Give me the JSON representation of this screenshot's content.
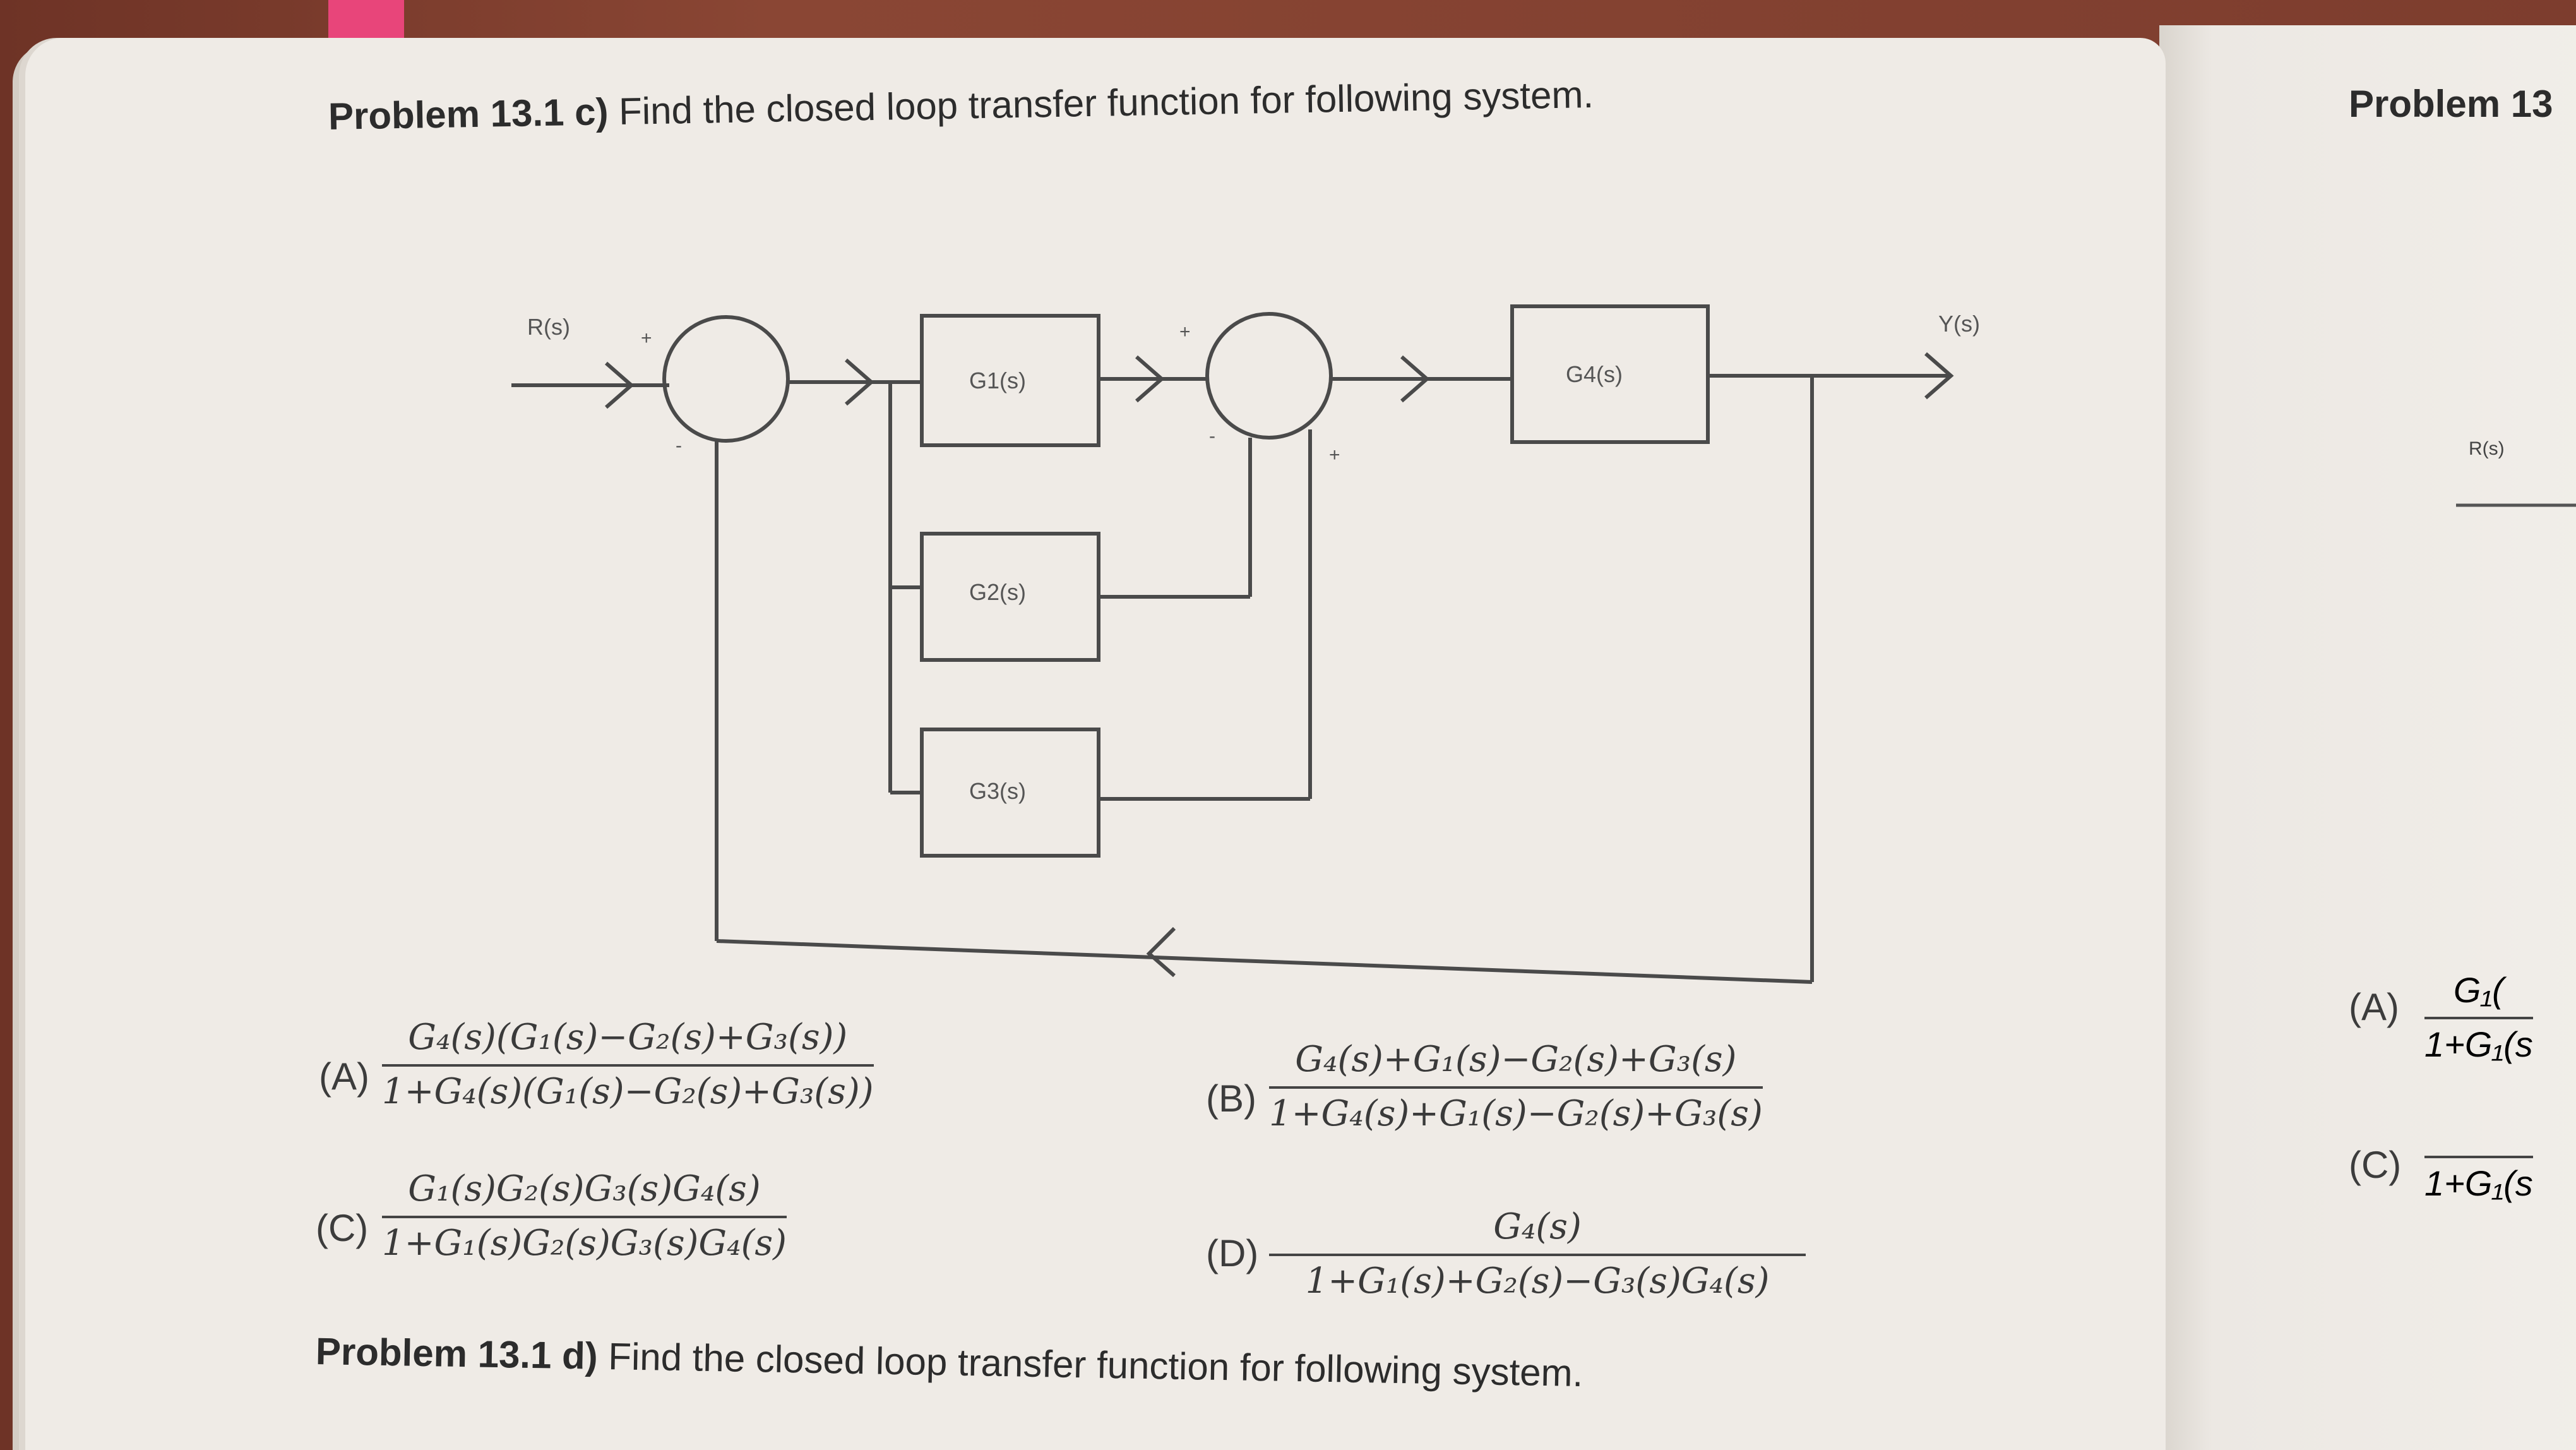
{
  "problem_c": {
    "label": "Problem 13.1 c)",
    "text": "Find the closed loop transfer function for following system."
  },
  "diagram": {
    "input_label": "R(s)",
    "output_label": "Y(s)",
    "blocks": [
      "G1(s)",
      "G2(s)",
      "G3(s)",
      "G4(s)"
    ],
    "signs": {
      "sum1_top": "+",
      "sum1_bottom": "-",
      "sum2_top": "+",
      "sum2_left": "-",
      "sum2_bottom": "+"
    }
  },
  "choices": [
    {
      "label": "(A)",
      "num": "G₄(s)(G₁(s)−G₂(s)+G₃(s))",
      "den": "1+G₄(s)(G₁(s)−G₂(s)+G₃(s))"
    },
    {
      "label": "(B)",
      "num": "G₄(s)+G₁(s)−G₂(s)+G₃(s)",
      "den": "1+G₄(s)+G₁(s)−G₂(s)+G₃(s)"
    },
    {
      "label": "(C)",
      "num": "G₁(s)G₂(s)G₃(s)G₄(s)",
      "den": "1+G₁(s)G₂(s)G₃(s)G₄(s)"
    },
    {
      "label": "(D)",
      "num": "G₄(s)",
      "den": "1+G₁(s)+G₂(s)−G₃(s)G₄(s)"
    }
  ],
  "problem_d": {
    "label": "Problem 13.1 d)",
    "text": "Find the closed loop transfer function for following system."
  },
  "right_page": {
    "heading": "Problem 13",
    "input_label": "R(s)",
    "choice_a": {
      "label": "(A)",
      "num": "G₁(",
      "den": "1+G₁(s"
    },
    "choice_c": {
      "label": "(C)",
      "den": "1+G₁(s"
    }
  }
}
